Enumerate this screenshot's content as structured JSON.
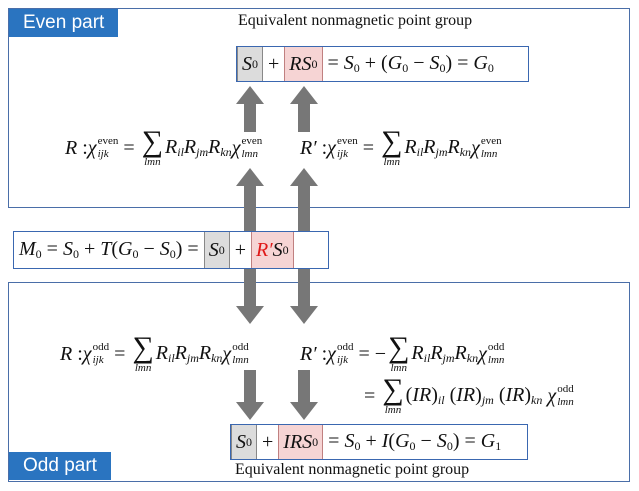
{
  "panels": {
    "even": {
      "tag": "Even part",
      "caption": "Equivalent nonmagnetic point group"
    },
    "odd": {
      "tag": "Odd part",
      "caption": "Equivalent nonmagnetic point group"
    }
  },
  "labels": {
    "even": "even",
    "odd": "odd",
    "lmn": "lmn",
    "ijk": "ijk"
  },
  "colors": {
    "panel_border": "#4a6ea8",
    "tag_bg": "#2a74c0",
    "gray_cell": "#dcdcdc",
    "pink_cell": "#f6d4d4",
    "accent_red": "#e01818",
    "arrow": "#777777"
  }
}
